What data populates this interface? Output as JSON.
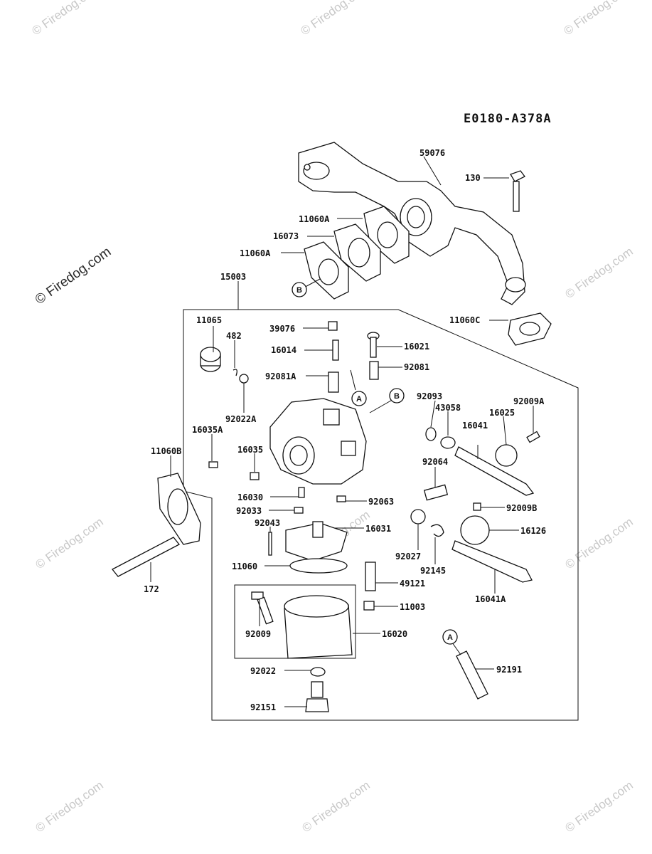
{
  "diagram_code": "E0180-A378A",
  "watermark": "© Firedog.com",
  "ref_letters": {
    "a": "A",
    "b": "B"
  },
  "labels": {
    "p59076": "59076",
    "p130": "130",
    "p11060a_top": "11060A",
    "p16073": "16073",
    "p11060a_left": "11060A",
    "p15003": "15003",
    "p11060c": "11060C",
    "p11065": "11065",
    "p482": "482",
    "p39076": "39076",
    "p16021": "16021",
    "p16014": "16014",
    "p92081a": "92081A",
    "p92081": "92081",
    "p92022a": "92022A",
    "p92093": "92093",
    "p43058": "43058",
    "p92009a": "92009A",
    "p16025": "16025",
    "p16041": "16041",
    "p16035a": "16035A",
    "p16035": "16035",
    "p11060b": "11060B",
    "p92064": "92064",
    "p16030": "16030",
    "p92063": "92063",
    "p92033": "92033",
    "p92009b": "92009B",
    "p92043": "92043",
    "p16031": "16031",
    "p16126": "16126",
    "p92027": "92027",
    "p11060": "11060",
    "p92145": "92145",
    "p172": "172",
    "p49121": "49121",
    "p16041a": "16041A",
    "p11003": "11003",
    "p92009": "92009",
    "p16020": "16020",
    "p92022": "92022",
    "p92191": "92191",
    "p92151": "92151"
  }
}
